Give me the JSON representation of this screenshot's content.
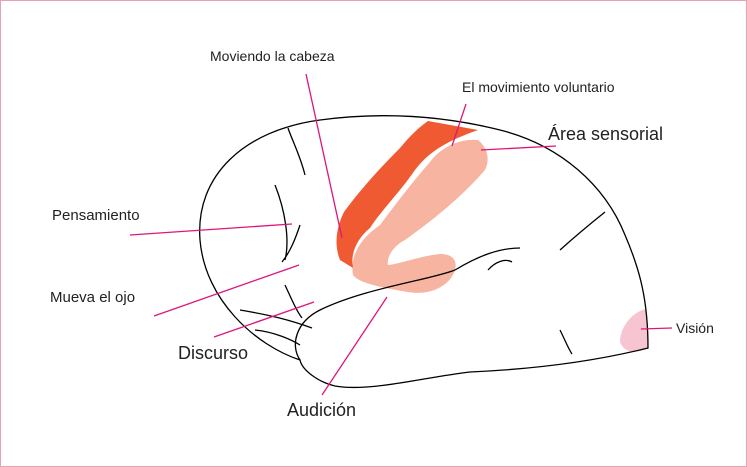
{
  "labels": {
    "head_movement": "Moviendo la cabeza",
    "voluntary_movement": "El movimiento voluntario",
    "sensory_area": "Área sensorial",
    "thinking": "Pensamiento",
    "eye_movement": "Mueva el ojo",
    "speech": "Discurso",
    "hearing": "Audición",
    "vision": "Visión"
  },
  "colors": {
    "frame_border": "#e3a3b4",
    "leader_line": "#e0157a",
    "outline": "#000000",
    "motor_strip": "#ef5a33",
    "sensory_area": "#f7b4a0",
    "vision_area": "#f6c5d1",
    "label_text": "#222222"
  }
}
